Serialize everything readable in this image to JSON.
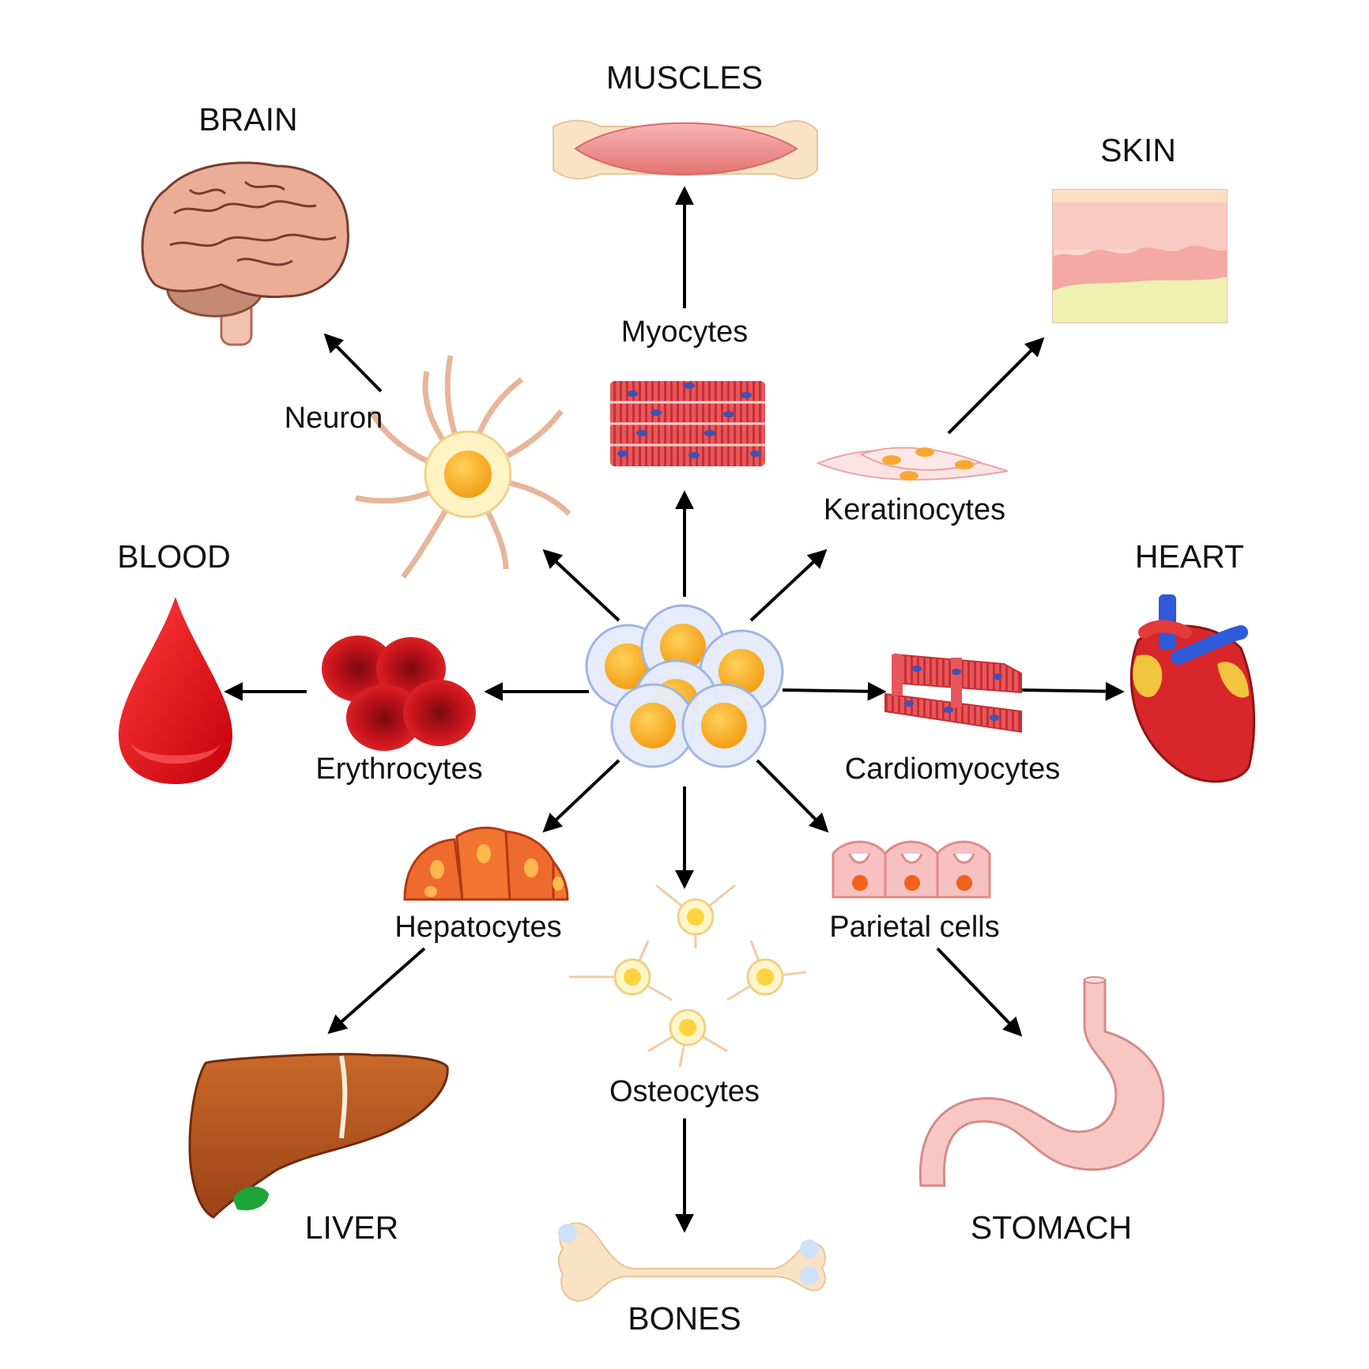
{
  "colors": {
    "arrow": "#000000",
    "stem_yolk": "#f7b32b",
    "blood_red": "#e8111c",
    "muscle_pink": "#ef9a9a",
    "nucleus_blue": "#3f51b5",
    "liver_brown": "#b5541f",
    "gallbladder_green": "#1fa33b",
    "stomach_pink": "#f8c7c4",
    "bone_cream": "#f9e3c4",
    "brain_tan": "#e7a58d"
  },
  "organs": {
    "muscles": "MUSCLES",
    "brain": "BRAIN",
    "skin": "SKIN",
    "blood": "BLOOD",
    "heart": "HEART",
    "liver": "LIVER",
    "bones": "BONES",
    "stomach": "STOMACH"
  },
  "cells": {
    "myocytes": "Myocytes",
    "neuron": "Neuron",
    "keratinocytes": "Keratinocytes",
    "erythrocytes": "Erythrocytes",
    "cardiomyocytes": "Cardiomyocytes",
    "hepatocytes": "Hepatocytes",
    "osteocytes": "Osteocytes",
    "parietal": "Parietal cells"
  },
  "icons": [
    "stem-cell-cluster-icon",
    "brain-icon",
    "muscle-icon",
    "skin-layers-icon",
    "blood-drop-icon",
    "heart-icon",
    "liver-icon",
    "bone-icon",
    "stomach-icon",
    "neuron-icon",
    "myocyte-icon",
    "keratinocyte-icon",
    "erythrocyte-icon",
    "cardiomyocyte-icon",
    "hepatocyte-icon",
    "osteocyte-icon",
    "parietal-cell-icon"
  ]
}
